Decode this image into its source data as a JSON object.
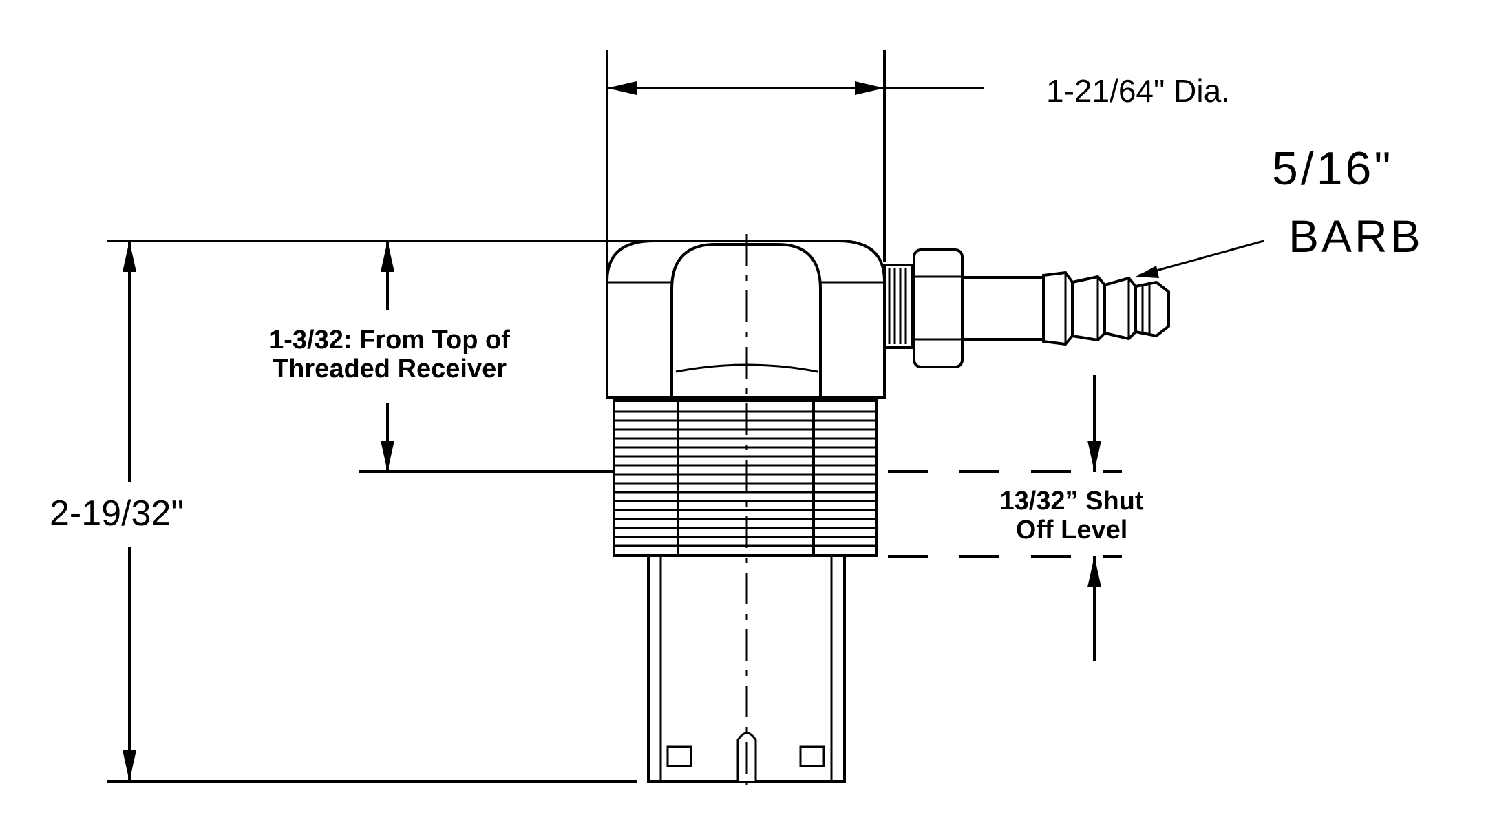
{
  "dimensions": {
    "diameter": "1-21/64\" Dia.",
    "barb_size": "5/16\"",
    "barb_word": "BARB",
    "height_from_receiver_line1": "1-3/32: From Top of",
    "height_from_receiver_line2": "Threaded Receiver",
    "overall_height": "2-19/32\"",
    "shutoff_line1": "13/32” Shut",
    "shutoff_line2": "Off Level"
  },
  "colors": {
    "ink": "#000000",
    "paper": "#ffffff"
  }
}
